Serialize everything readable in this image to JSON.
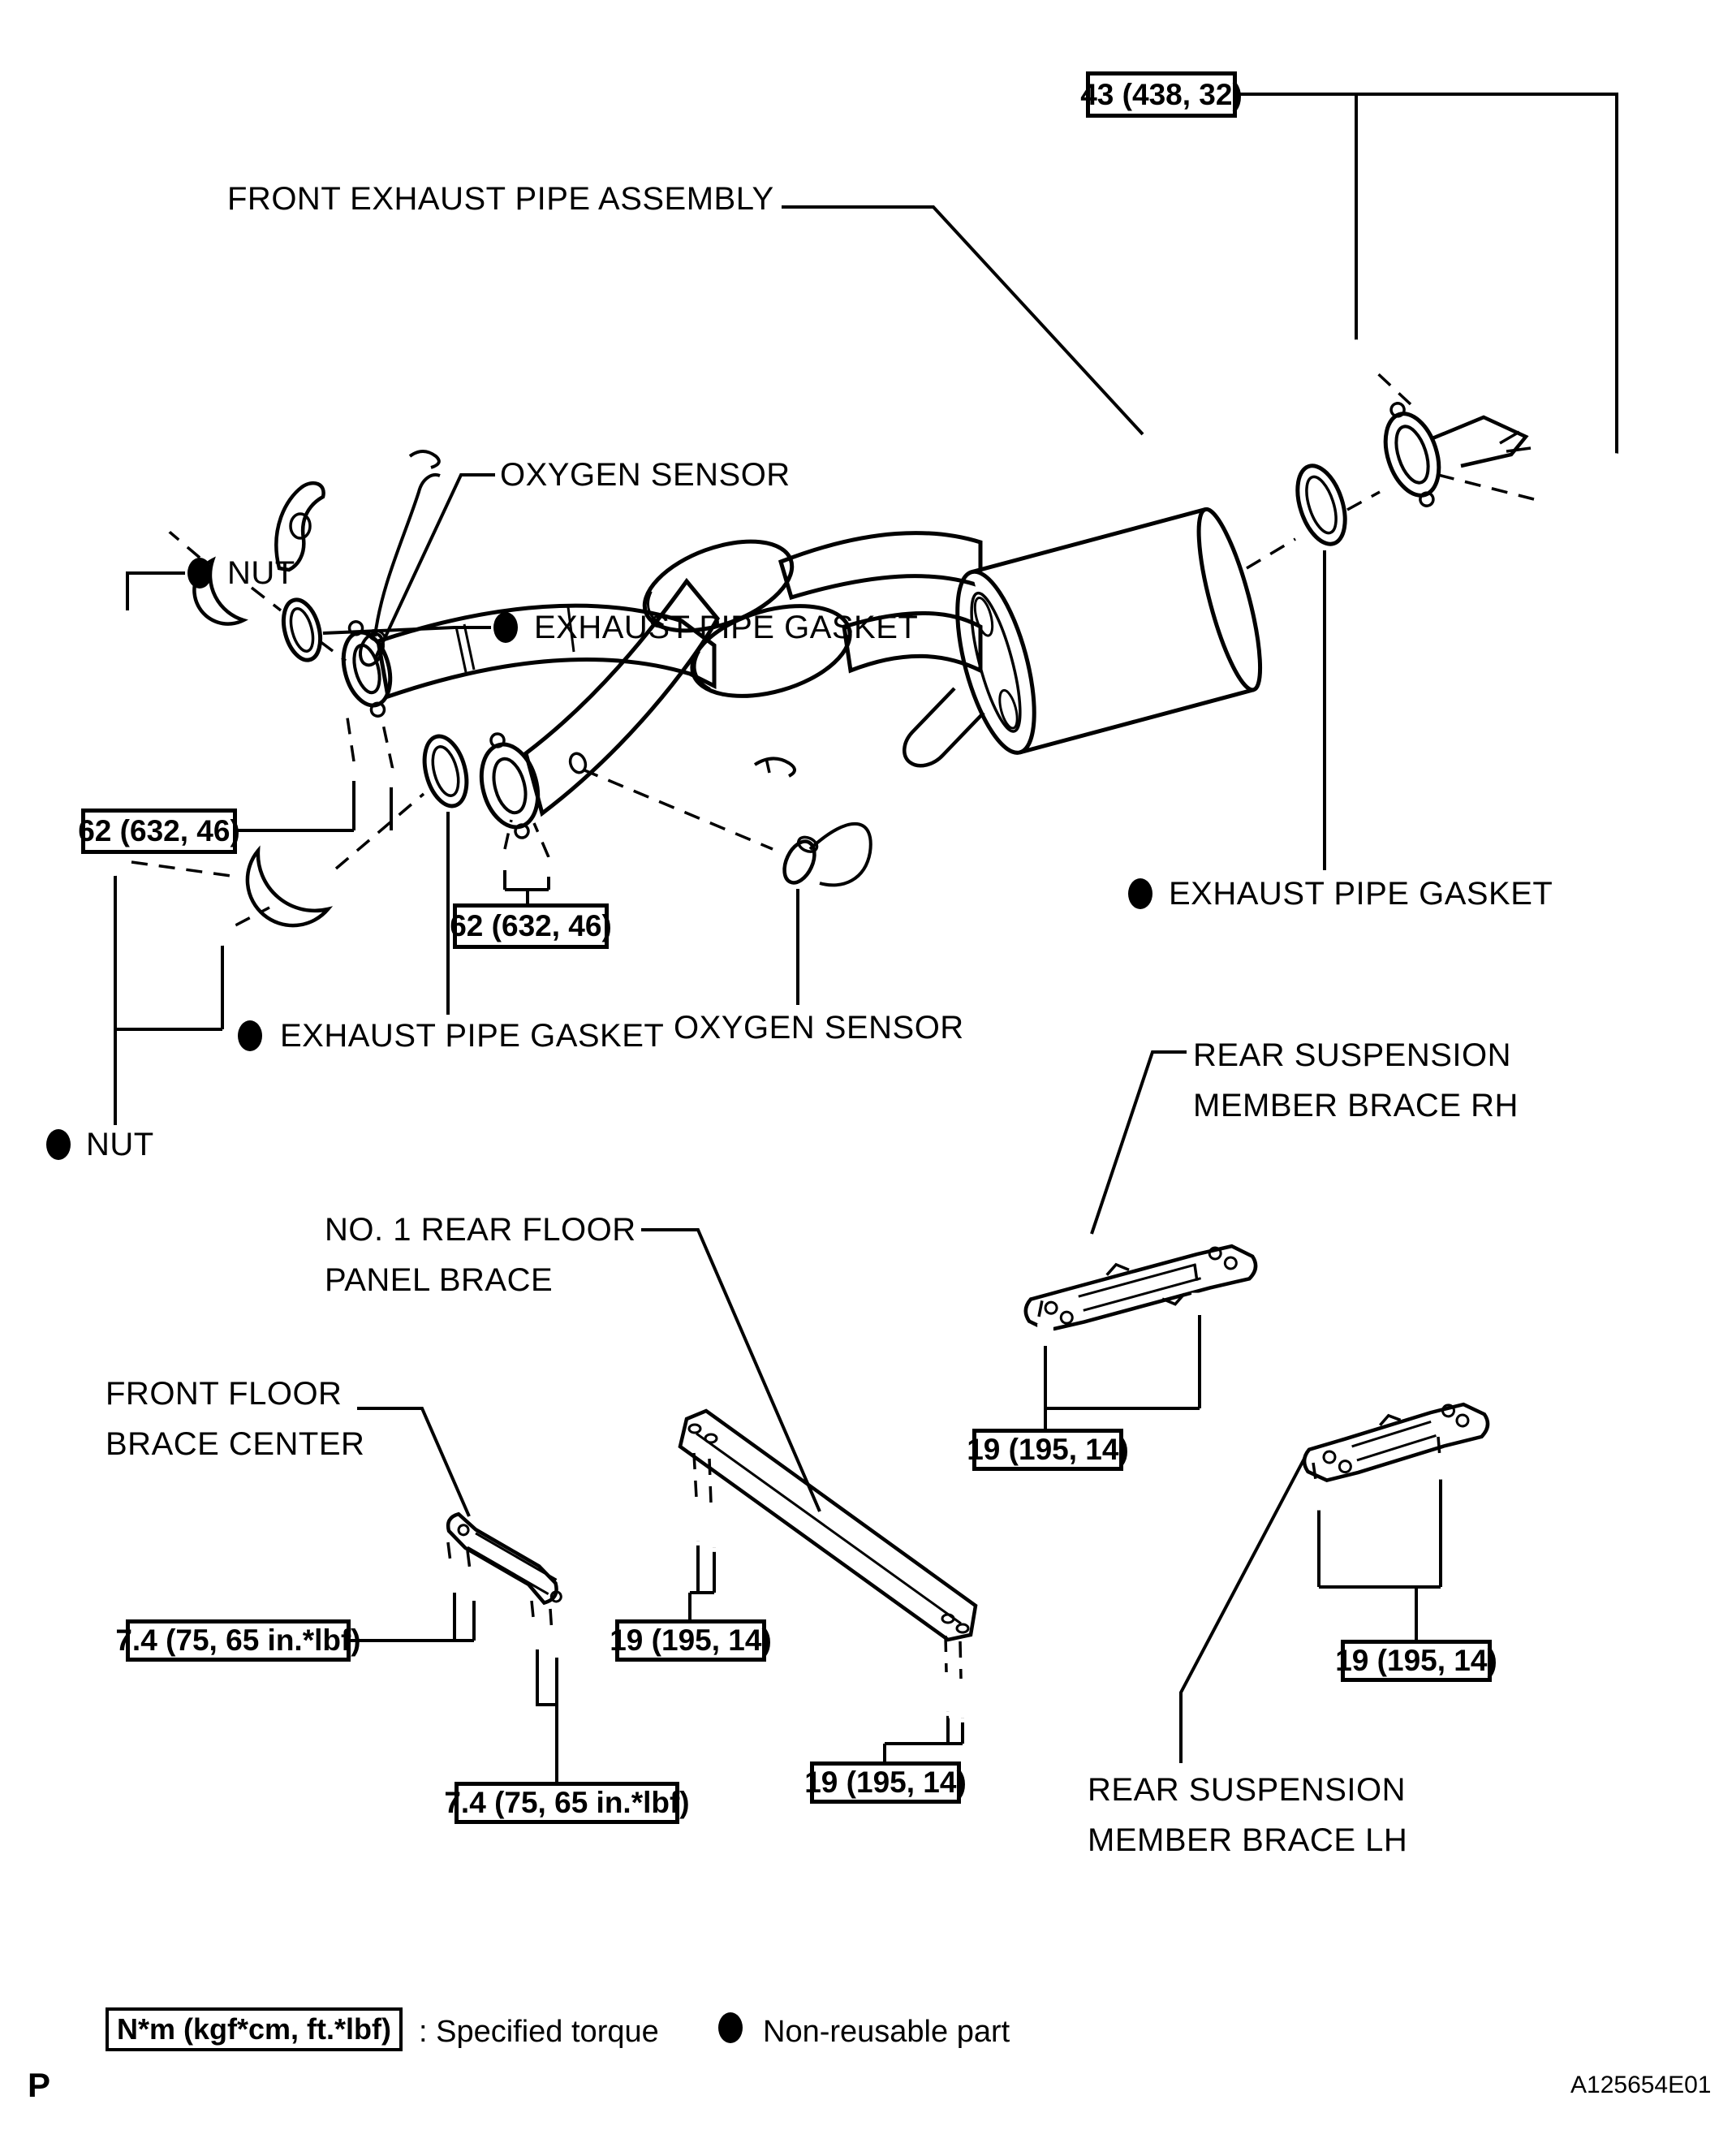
{
  "part_labels": {
    "fepa": "FRONT EXHAUST PIPE ASSEMBLY",
    "oxygen_top": "OXYGEN SENSOR",
    "oxygen_bottom": "OXYGEN SENSOR",
    "nut_top": "NUT",
    "nut_bottom": "NUT",
    "gasket_upper_left": "EXHAUST PIPE GASKET",
    "gasket_right": "EXHAUST PIPE GASKET",
    "gasket_lower_left": "EXHAUST PIPE GASKET",
    "n1_line1": "NO. 1 REAR FLOOR",
    "n1_line2": "PANEL BRACE",
    "ffbc_line1": "FRONT FLOOR",
    "ffbc_line2": "BRACE CENTER",
    "rh_line1": "REAR SUSPENSION",
    "rh_line2": "MEMBER BRACE RH",
    "lh_line1": "REAR SUSPENSION",
    "lh_line2": "MEMBER BRACE LH"
  },
  "torque_boxes": {
    "t43": "43 (438, 32)",
    "t62_front_upper": "62 (632, 46)",
    "t62_front_lower": "62 (632, 46)",
    "t19_rh": "19 (195, 14)",
    "t19_no1_left": "19 (195, 14)",
    "t19_no1_right": "19 (195, 14)",
    "t19_lh": "19 (195, 14)",
    "t74_left": "7.4 (75, 65 in.*lbf)",
    "t74_center": "7.4 (75, 65 in.*lbf)"
  },
  "legend": {
    "unit_box": "N*m (kgf*cm, ft.*lbf)",
    "specified": ": Specified torque",
    "nonreusable": "Non-reusable part"
  },
  "footer": {
    "code": "A125654E01",
    "page_marker": "P"
  },
  "colors": {
    "line": "#000000",
    "background": "#ffffff"
  }
}
